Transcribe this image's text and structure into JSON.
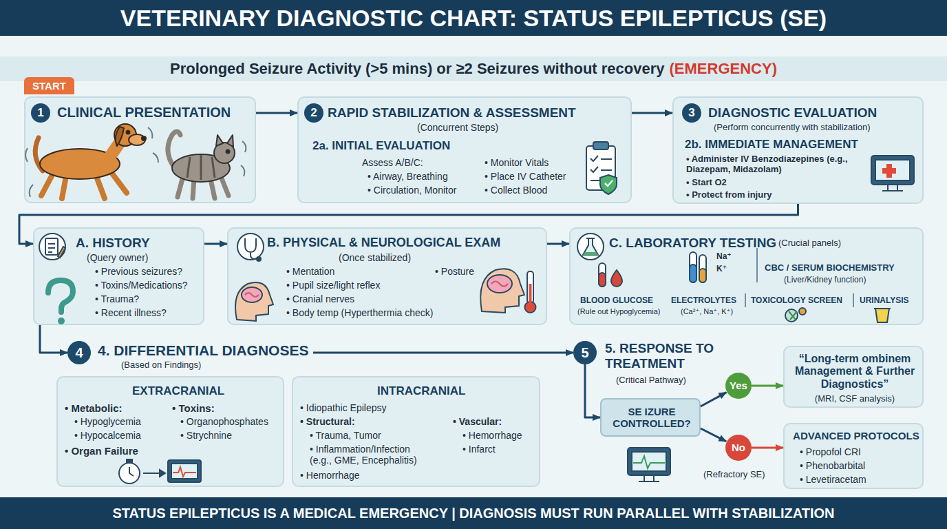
{
  "diagram": {
    "title": "VETERINARY DIAGNOSTIC CHART: STATUS EPILEPTICUS (SE)",
    "caption": "STATUS EPILEPTICUS IS A MEDICAL EMERGENCY | DIAGNOSIS MUST RUN PARALLEL WITH STABILIZATION",
    "nodes": [
      {
        "text": [
          "1",
          "CLINICAL PRESENTATION"
        ]
      },
      {
        "text": [
          "2",
          "RAPID STABILIZATION & ASSESSMENT",
          "(Concurrent Steps)",
          "2a. INITIAL EVALUATION",
          "Assess A/B/C:",
          "• Airway, Breathing",
          "• Circulation, Monitor",
          "• Monitor Vitals",
          "• Place IV Catheter",
          "• Collect Blood"
        ]
      },
      {
        "text": [
          "3",
          "DIAGNOSTIC EVALUATION",
          "(Perform concurrently with stabilization)",
          "2b. IMMEDIATE MANAGEMENT",
          "• Administer IV Benzodiazepines (e.g., Diazepam, Midazolam)",
          "• Start O2",
          "• Protect from injury"
        ]
      },
      {
        "text": [
          "A. HISTORY",
          "(Query owner)",
          "• Previous seizures?",
          "• Toxins/Medications?",
          "• Trauma?",
          "• Recent illness?"
        ]
      },
      {
        "text": [
          "B. PHYSICAL & NEUROLOGICAL EXAM",
          "(Once stabilized)",
          "• Mentation",
          "• Pupil size/light reflex",
          "• Cranial nerves",
          "• Body temp (Hyperthermia check)",
          "• Posture"
        ]
      },
      {
        "text": [
          "C. LABORATORY TESTING",
          "(Crucial panels)",
          "Na⁺",
          "K⁺",
          "CBC / SERUM BIOCHEMISTRY",
          "(Liver/Kidney function)",
          "BLOOD GLUCOSE",
          "(Rule out Hypoglycemia)",
          "ELECTROLYTES",
          "(Ca²⁺, Na⁺, K⁺)",
          "TOXICOLOGY SCREEN",
          "URINALYSIS"
        ]
      },
      {
        "text": [
          "4",
          "4. DIFFERENTIAL DIAGNOSES",
          "(Based on Findings)"
        ]
      },
      {
        "text": [
          "EXTRACRANIAL",
          "• Metabolic:",
          "• Hypoglycemia",
          "• Hypocalcemia",
          "• Organ Failure",
          "• Toxins:",
          "• Organophosphates",
          "• Strychnine"
        ]
      },
      {
        "text": [
          "INTRACRANIAL",
          "• Idiopathic Epilepsy",
          "• Structural:",
          "• Trauma, Tumor",
          "• Inflammation/Infection (e.g., GME, Encephalitis)",
          "• Hemorrhage",
          "• Vascular:",
          "• Hemorrhage",
          "• Infarct"
        ]
      },
      {
        "text": [
          "5",
          "5. RESPONSE TO TREATMENT",
          "(Critical Pathway)"
        ]
      },
      {
        "text": [
          "SE IZURE CONTROLLED?"
        ]
      },
      {
        "text": [
          "Yes"
        ]
      },
      {
        "text": [
          "No"
        ]
      },
      {
        "text": [
          "“Long-term ombinem Management & Further Diagnostics”",
          "(MRI, CSF analysis)"
        ]
      },
      {
        "text": [
          "ADVANCED PROTOCOLS",
          "• Propofol CRI",
          "• Phenobarbital",
          "• Levetiracetam"
        ]
      }
    ],
    "edges": [
      {
        "from": 0,
        "to": 1,
        "arrow": "to"
      },
      {
        "from": 1,
        "to": 2,
        "arrow": "to"
      },
      {
        "from": 2,
        "to": 3,
        "arrow": "to"
      },
      {
        "from": 3,
        "to": 4,
        "arrow": "to"
      },
      {
        "from": 4,
        "to": 5,
        "arrow": "to"
      },
      {
        "from": 3,
        "to": 6,
        "arrow": "to"
      },
      {
        "from": 6,
        "to": 9,
        "arrow": "to"
      },
      {
        "from": 9,
        "to": 10,
        "arrow": "to"
      },
      {
        "from": 10,
        "to": 11,
        "arrow": "to"
      },
      {
        "from": 10,
        "to": 12,
        "arrow": "to"
      },
      {
        "from": 11,
        "to": 13,
        "arrow": "to"
      },
      {
        "from": 12,
        "to": 14,
        "arrow": "to"
      }
    ],
    "labels": [
      "Prolonged Seizure Activity (>5 mins) or ≥2 Seizures without recovery",
      "(EMERGENCY)",
      "START",
      "(Refractory SE)"
    ]
  }
}
